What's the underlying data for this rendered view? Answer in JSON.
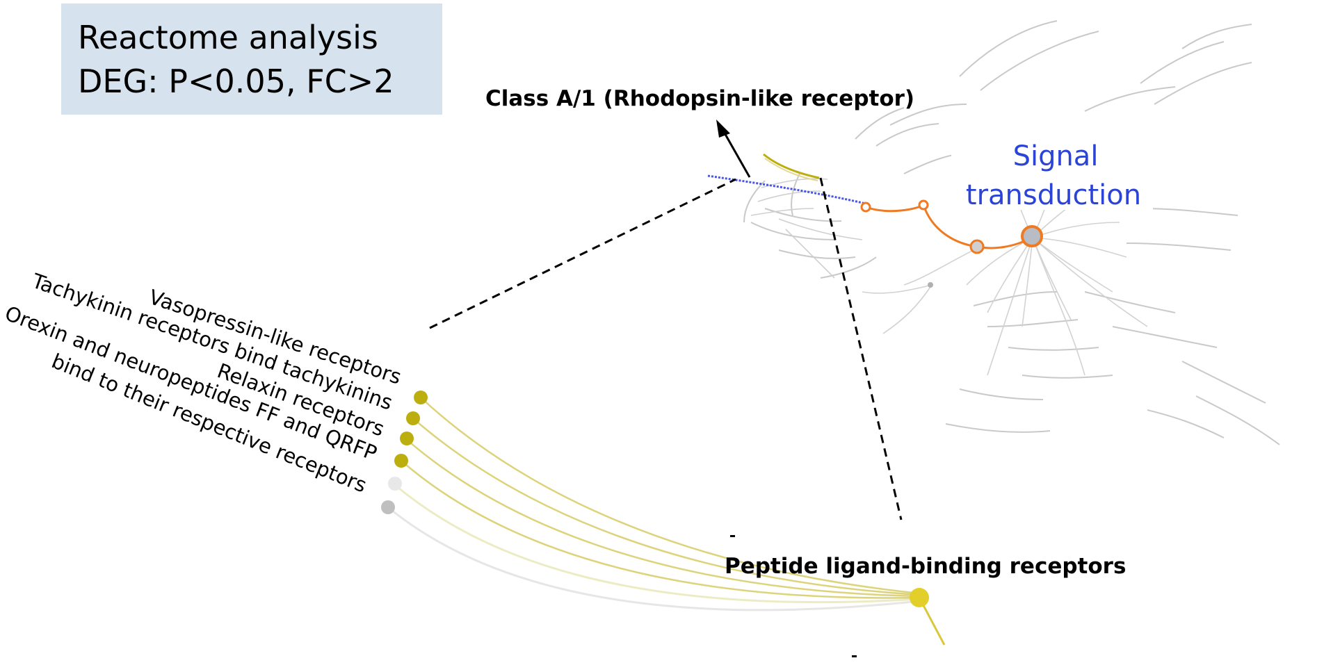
{
  "info_box": {
    "line1": "Reactome analysis",
    "line2": "DEG: P<0.05, FC>2"
  },
  "labels": {
    "class_a": "Class A/1 (Rhodopsin-like receptor)",
    "signal_line1": "Signal",
    "signal_line2": "transduction",
    "peptide": "Peptide ligand-binding receptors"
  },
  "pathways": [
    "Vasopressin-like receptors",
    "Tachykinin receptors bind tachykinins",
    "Relaxin receptors",
    "Orexin and neuropeptides FF and QRFP",
    "bind to their respective receptors"
  ],
  "colors": {
    "box_bg": "#d6e3ef",
    "signal_text": "#2b44d6",
    "highlight_path": "#ef7a22",
    "olive_node": "#bdae10",
    "grey_node": "#bfbfbf",
    "blue_link": "#4a55e0"
  }
}
